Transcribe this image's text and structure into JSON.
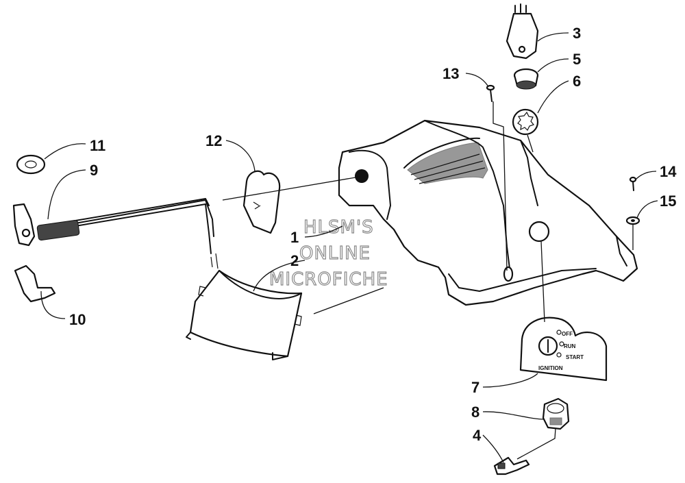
{
  "callouts": [
    {
      "id": "1",
      "label": "1"
    },
    {
      "id": "2",
      "label": "2"
    },
    {
      "id": "3",
      "label": "3"
    },
    {
      "id": "4",
      "label": "4"
    },
    {
      "id": "5",
      "label": "5"
    },
    {
      "id": "6",
      "label": "6"
    },
    {
      "id": "7",
      "label": "7"
    },
    {
      "id": "8",
      "label": "8"
    },
    {
      "id": "9",
      "label": "9"
    },
    {
      "id": "10",
      "label": "10"
    },
    {
      "id": "11",
      "label": "11"
    },
    {
      "id": "12",
      "label": "12"
    },
    {
      "id": "13",
      "label": "13"
    },
    {
      "id": "14",
      "label": "14"
    },
    {
      "id": "15",
      "label": "15"
    }
  ],
  "watermark": {
    "line1": "HLSM'S",
    "line2": "ONLINE",
    "line3": "MICROFICHE"
  },
  "ignition_plate": {
    "off": "OFF",
    "run": "RUN",
    "start": "START",
    "ignition": "IGNITION"
  }
}
